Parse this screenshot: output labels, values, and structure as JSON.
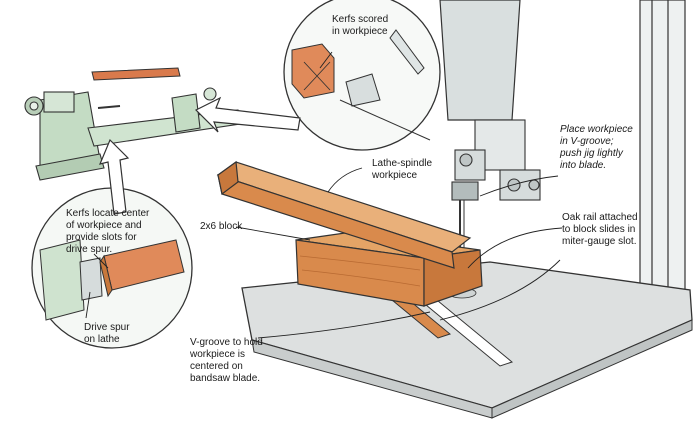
{
  "labels": {
    "kerfs_scored": "Kerfs scored\nin workpiece",
    "place_workpiece": "Place workpiece\nin V-groove;\npush jig lightly\ninto blade.",
    "lathe_spindle": "Lathe-spindle\nworkpiece",
    "block_2x6": "2x6 block",
    "kerfs_locate": "Kerfs locate center\nof workpiece and\nprovide slots for\ndrive spur.",
    "oak_rail": "Oak rail attached\nto block slides in\nmiter-gauge slot.",
    "drive_spur": "Drive spur\non lathe",
    "v_groove": "V-groove to hold\nworkpiece is\ncentered on\nbandsaw blade."
  },
  "colors": {
    "wood": "#d98a4c",
    "wood_dark": "#b86a32",
    "lathe_green": "#c4dcc4",
    "table": "#dde0e0",
    "machine_gray": "#cfd5d5",
    "ink": "#222222"
  }
}
